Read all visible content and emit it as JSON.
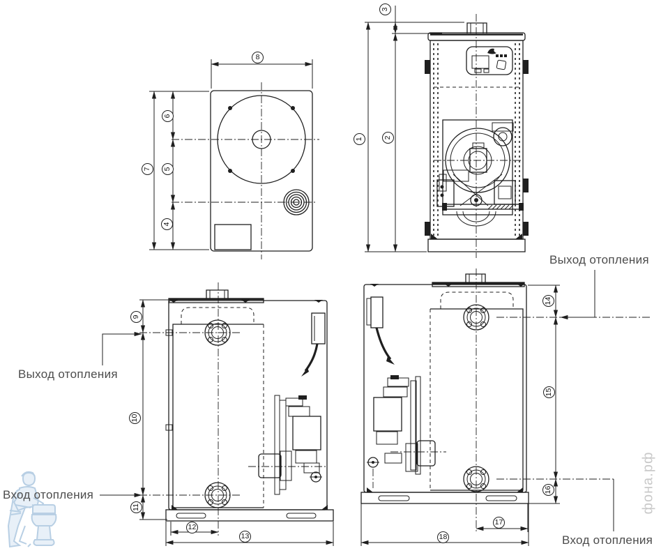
{
  "labels": {
    "outlet_left": "Выход отопления",
    "inlet_left": "Вход отопления",
    "outlet_right": "Выход отопления",
    "inlet_right": "Вход отопления"
  },
  "dim_markers": {
    "d1": "1",
    "d2": "2",
    "d3": "3",
    "d4": "4",
    "d5": "5",
    "d6": "6",
    "d7": "7",
    "d8": "8",
    "d9": "9",
    "d10": "10",
    "d11": "11",
    "d12": "12",
    "d13": "13",
    "d14": "14",
    "d15": "15",
    "d16": "16",
    "d17": "17",
    "d18": "18"
  },
  "watermark": {
    "site": "фона.рф"
  },
  "icons": {
    "plumber_logo": "plumber-with-toilet-watermark"
  },
  "colors": {
    "line": "#1f1f1f",
    "label_text": "#4c4c4c",
    "watermark_blue": "#b5cde3",
    "watermark_gray": "#c9c9c9"
  }
}
